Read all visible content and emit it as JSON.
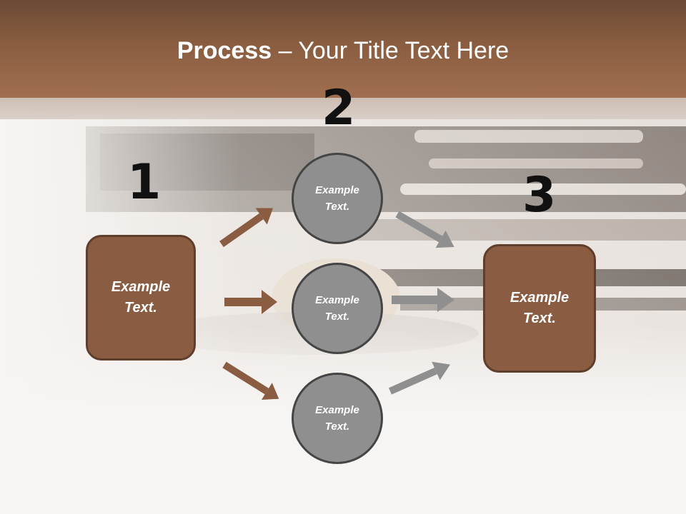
{
  "slide": {
    "title_bold": "Process",
    "title_rest": " – Your Title Text Here"
  },
  "steps": {
    "n1": "1",
    "n2": "2",
    "n3": "3"
  },
  "nodes": {
    "left_box": "Example Text.",
    "circle_top": "Example Text.",
    "circle_mid": "Example Text.",
    "circle_bottom": "Example Text.",
    "right_box": "Example Text."
  },
  "colors": {
    "header": "#8a5d40",
    "box_fill": "#8a5c42",
    "circle_fill": "#8f8f8f",
    "arrow_brown": "#8a5c42",
    "arrow_gray": "#8f8f8f"
  }
}
